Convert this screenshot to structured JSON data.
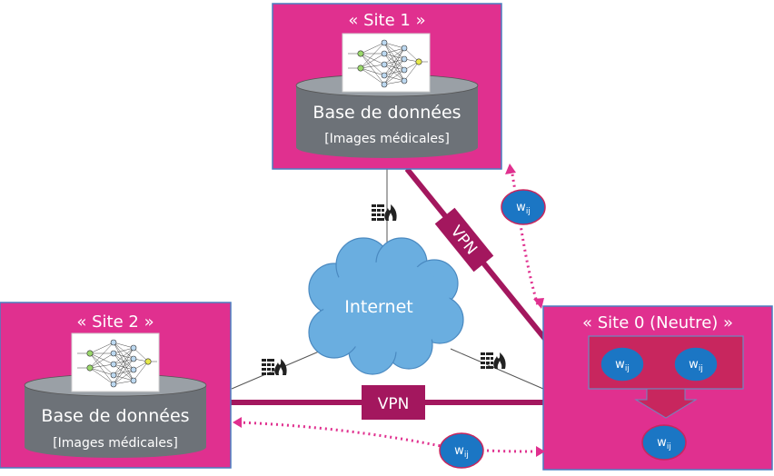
{
  "sites": {
    "site1": {
      "title": "« Site 1 »",
      "db_title": "Base de données",
      "db_subtitle": "[Images médicales]"
    },
    "site2": {
      "title": "« Site 2 »",
      "db_title": "Base de données",
      "db_subtitle": "[Images médicales]"
    },
    "site0": {
      "title": "« Site 0 (Neutre) »"
    }
  },
  "network": {
    "internet_label": "Internet",
    "vpn_label": "VPN"
  },
  "weights": {
    "base": "w",
    "subscript": "ij"
  },
  "icons": {
    "firewall": "firewall-icon",
    "neural_network": "neural-network-icon",
    "database": "database-icon",
    "cloud": "cloud-icon"
  },
  "colors": {
    "site_fill": "#E0308F",
    "site_border": "#4a7fc0",
    "vpn": "#A3175E",
    "db_body": "#6d7278",
    "db_top": "#9aa0a6",
    "cloud": "#6aaee0",
    "weight_fill": "#1b76c4",
    "dotted": "#E0308F"
  }
}
